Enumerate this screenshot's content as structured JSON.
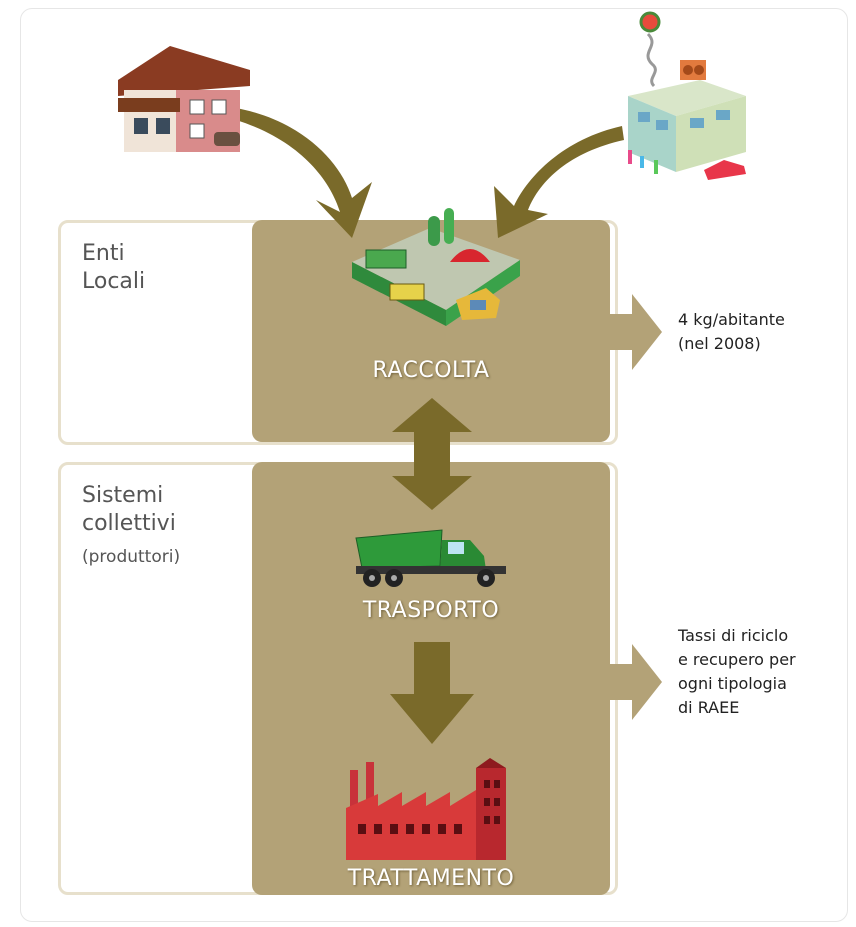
{
  "sections": {
    "enti_locali": "Enti\nLocali",
    "sistemi_collettivi": "Sistemi\ncollettivi",
    "sistemi_collettivi_sub": "(produttori)"
  },
  "stages": {
    "raccolta": "RACCOLTA",
    "trasporto": "TRASPORTO",
    "trattamento": "TRATTAMENTO"
  },
  "notes": {
    "raccolta_note": "4 kg/abitante\n(nel 2008)",
    "trattamento_note": "Tassi di riciclo\ne recupero per\nogni tipologia\ndi RAEE"
  },
  "colors": {
    "panel": "#b3a277",
    "arrow": "#7a6a2a",
    "panel_border": "#e7e0cc"
  },
  "icons": [
    "house-icon",
    "office-building-icon",
    "collection-center-icon",
    "dump-truck-icon",
    "factory-icon"
  ]
}
